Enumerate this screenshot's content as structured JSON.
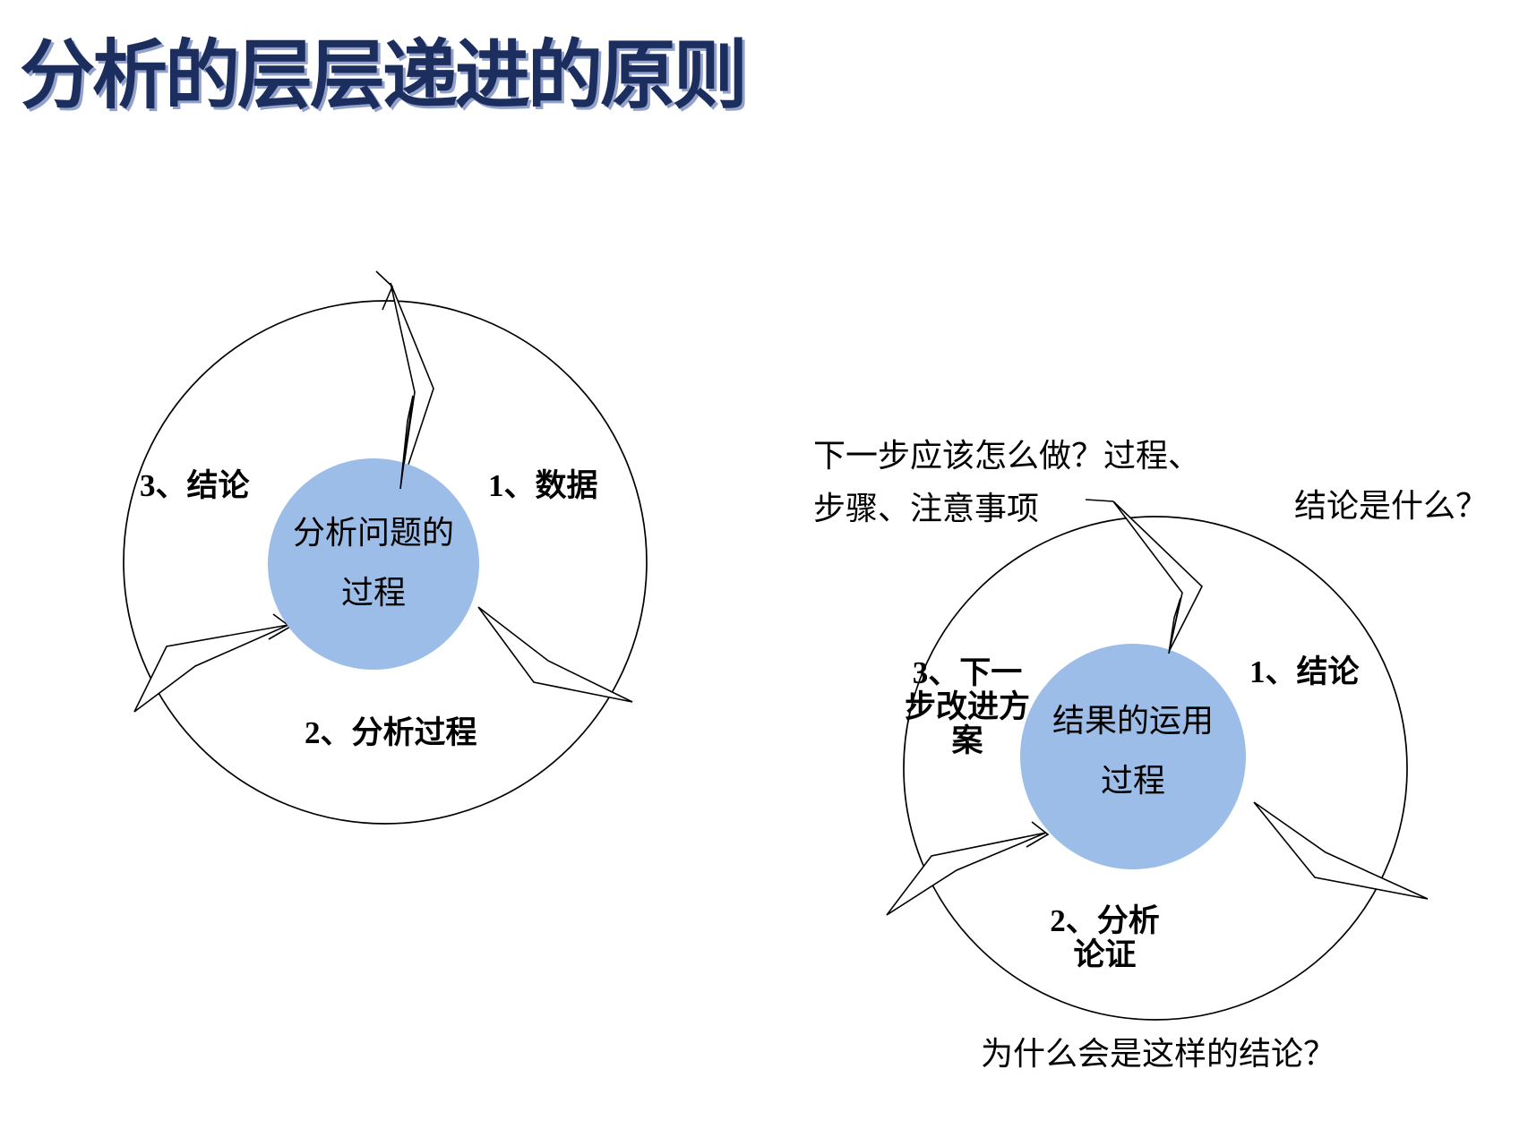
{
  "slide": {
    "title": "分析的层层递进的原则"
  },
  "left_diagram": {
    "center_line1": "分析问题的",
    "center_line2": "过程",
    "label_1": "1、数据",
    "label_2": "2、分析过程",
    "label_3": "3、结论"
  },
  "right_diagram": {
    "center_line1": "结果的运用",
    "center_line2": "过程",
    "label_1": "1、结论",
    "label_2_line1": "2、分析",
    "label_2_line2": "论证",
    "label_3_line1": "3、下一",
    "label_3_line2": "步改进方",
    "label_3_line3": "案",
    "annotation_next_line1": "下一步应该怎么做？过程、",
    "annotation_next_line2": "步骤、注意事项",
    "annotation_conclusion": "结论是什么？",
    "annotation_why": "为什么会是这样的结论？"
  },
  "colors": {
    "title": "#1c2e5e",
    "title_shadow": "#93a2cb",
    "circle_fill": "#9cbde8",
    "line": "#000000",
    "text": "#000000"
  }
}
